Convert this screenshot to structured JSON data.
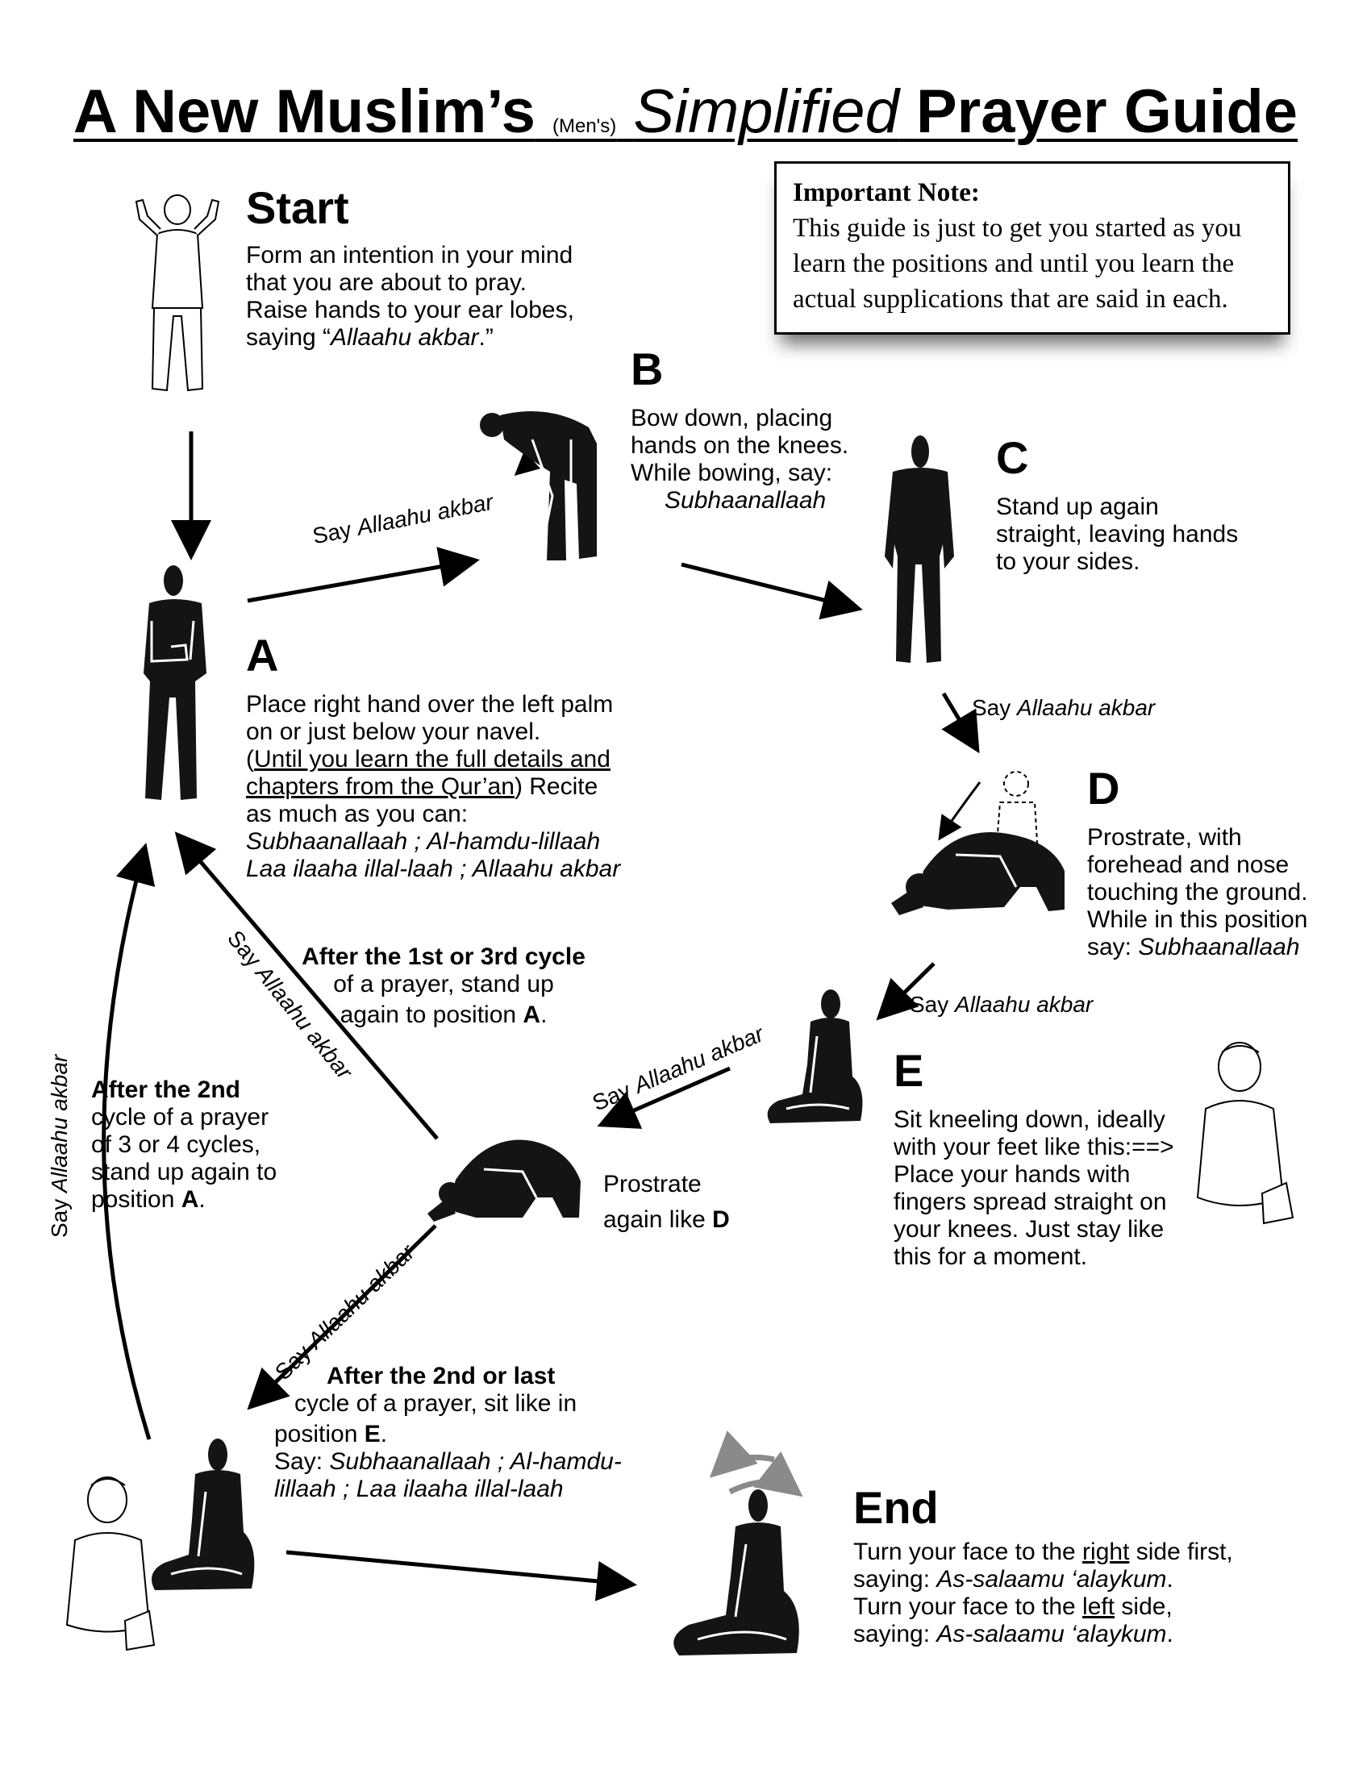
{
  "title": {
    "part1": "A New Muslim’s",
    "small": "(Men's)",
    "italic": "Simplified",
    "part2": "Prayer Guide"
  },
  "note": {
    "title": "Important Note:",
    "body": "This guide is just to get you started as you learn the positions and until you learn the actual supplications that are said in each."
  },
  "start": {
    "heading": "Start",
    "l1": "Form an intention in your mind",
    "l2": "that you are about to pray.",
    "l3": "Raise hands to your ear lobes,",
    "l4a": "saying “",
    "l4b": "Allaahu akbar",
    "l4c": ".”"
  },
  "stepB": {
    "heading": "B",
    "l1": "Bow down, placing",
    "l2": "hands on the knees.",
    "l3": "While bowing, say:",
    "l4": "Subhaanallaah"
  },
  "stepC": {
    "heading": "C",
    "l1": "Stand up again",
    "l2": "straight, leaving hands",
    "l3": "to your sides."
  },
  "stepA": {
    "heading": "A",
    "l1": "Place right hand over the left palm",
    "l2": "on or just below your navel.",
    "l3a": "(",
    "l3b": "Until you learn the full details and",
    "l4a": "chapters from the Qur’an",
    "l4b": ") Recite",
    "l5": "as much as you can:",
    "l6": "Subhaanallaah ; Al-hamdu-lillaah",
    "l7": "Laa ilaaha illal-laah ; Allaahu akbar"
  },
  "stepD": {
    "heading": "D",
    "l1": "Prostrate, with",
    "l2": "forehead and nose",
    "l3": "touching the ground.",
    "l4": "While in this position",
    "l5a": "say: ",
    "l5b": "Subhaanallaah"
  },
  "stepE": {
    "heading": "E",
    "l1": "Sit kneeling down, ideally",
    "l2": "with your feet like this:==>",
    "l3": "Place your hands with",
    "l4": "fingers spread straight on",
    "l5": "your knees. Just stay like",
    "l6": "this for a moment."
  },
  "after13": {
    "l1": "After the 1st or 3rd cycle",
    "l2": "of a prayer, stand up",
    "l3a": "again to position ",
    "l3b": "A",
    "l3c": "."
  },
  "after2": {
    "l1": "After the 2nd",
    "l2": "cycle of a prayer",
    "l3": "of 3 or 4 cycles,",
    "l4": "stand up again to",
    "l5a": "position ",
    "l5b": "A",
    "l5c": "."
  },
  "prostrateAgain": {
    "l1": "Prostrate",
    "l2a": "again like ",
    "l2b": "D"
  },
  "afterLast": {
    "l1": "After the 2nd or last",
    "l2": "cycle of a prayer, sit like in",
    "l3a": "position ",
    "l3b": "E",
    "l3c": ".",
    "l4a": "Say: ",
    "l4b": "Subhaanallaah ; Al-hamdu-",
    "l5": "lillaah ; Laa ilaaha illal-laah"
  },
  "end": {
    "heading": "End",
    "l1a": "Turn your face to the ",
    "l1b": "right",
    "l1c": " side first,",
    "l2a": "saying: ",
    "l2b": "As-salaamu ‘alaykum",
    "l2c": ".",
    "l3a": "Turn your face to the ",
    "l3b": "left",
    "l3c": " side,",
    "l4a": "saying: ",
    "l4b": "As-salaamu ‘alaykum",
    "l4c": "."
  },
  "say": {
    "prefix": "Say ",
    "phrase": "Allaahu akbar"
  },
  "colors": {
    "ink": "#000000",
    "figure": "#141414",
    "sketch": "#ffffff",
    "turn_arrow": "#8a8a8a"
  }
}
